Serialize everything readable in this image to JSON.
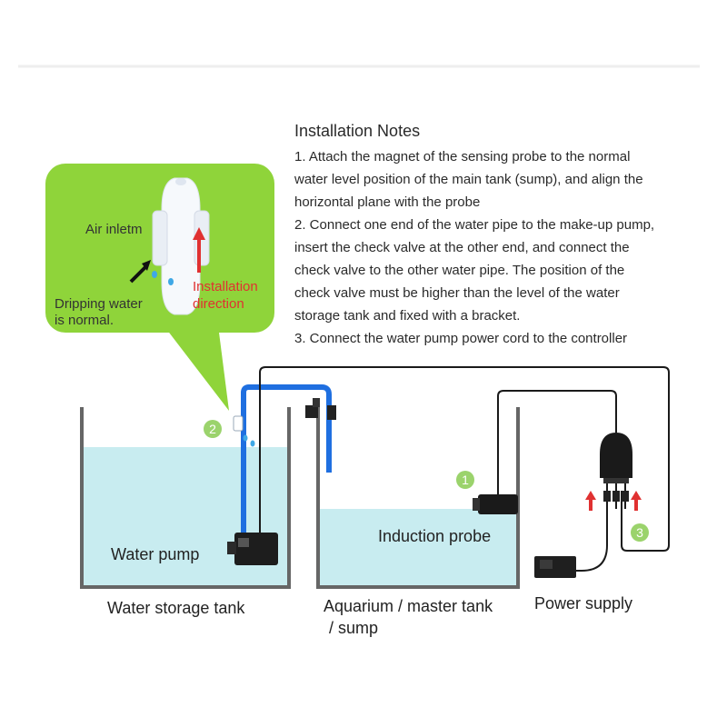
{
  "notes": {
    "title": "Installation Notes",
    "lines": [
      "1. Attach the magnet of the sensing probe to the normal",
      "water level position of the main tank (sump), and align the",
      "horizontal plane with the probe",
      "2. Connect one end of the water pipe to the make-up pump,",
      "insert the check valve at the other end, and connect the",
      "check valve to the other water pipe. The position of the",
      "check valve must be higher than the level of the water",
      "storage tank and fixed with a bracket.",
      "3. Connect the water pump power cord to the controller"
    ]
  },
  "callout": {
    "air_inlet": "Air inletm",
    "dripping_line1": "Dripping water",
    "dripping_line2": "is normal.",
    "install_line1": "Installation",
    "install_line2": "direction"
  },
  "labels": {
    "water_pump": "Water pump",
    "water_storage_tank": "Water storage tank",
    "induction_probe": "Induction probe",
    "aquarium_line1": "Aquarium / master tank",
    "aquarium_line2": "/ sump",
    "power_supply": "Power supply"
  },
  "markers": [
    "1",
    "2",
    "3"
  ],
  "colors": {
    "callout_green": "#8fd43a",
    "water": "#c8ecf0",
    "blue_pipe": "#1f6fe0",
    "red_arrow": "#e03131",
    "marker_green": "#9bd36c"
  }
}
